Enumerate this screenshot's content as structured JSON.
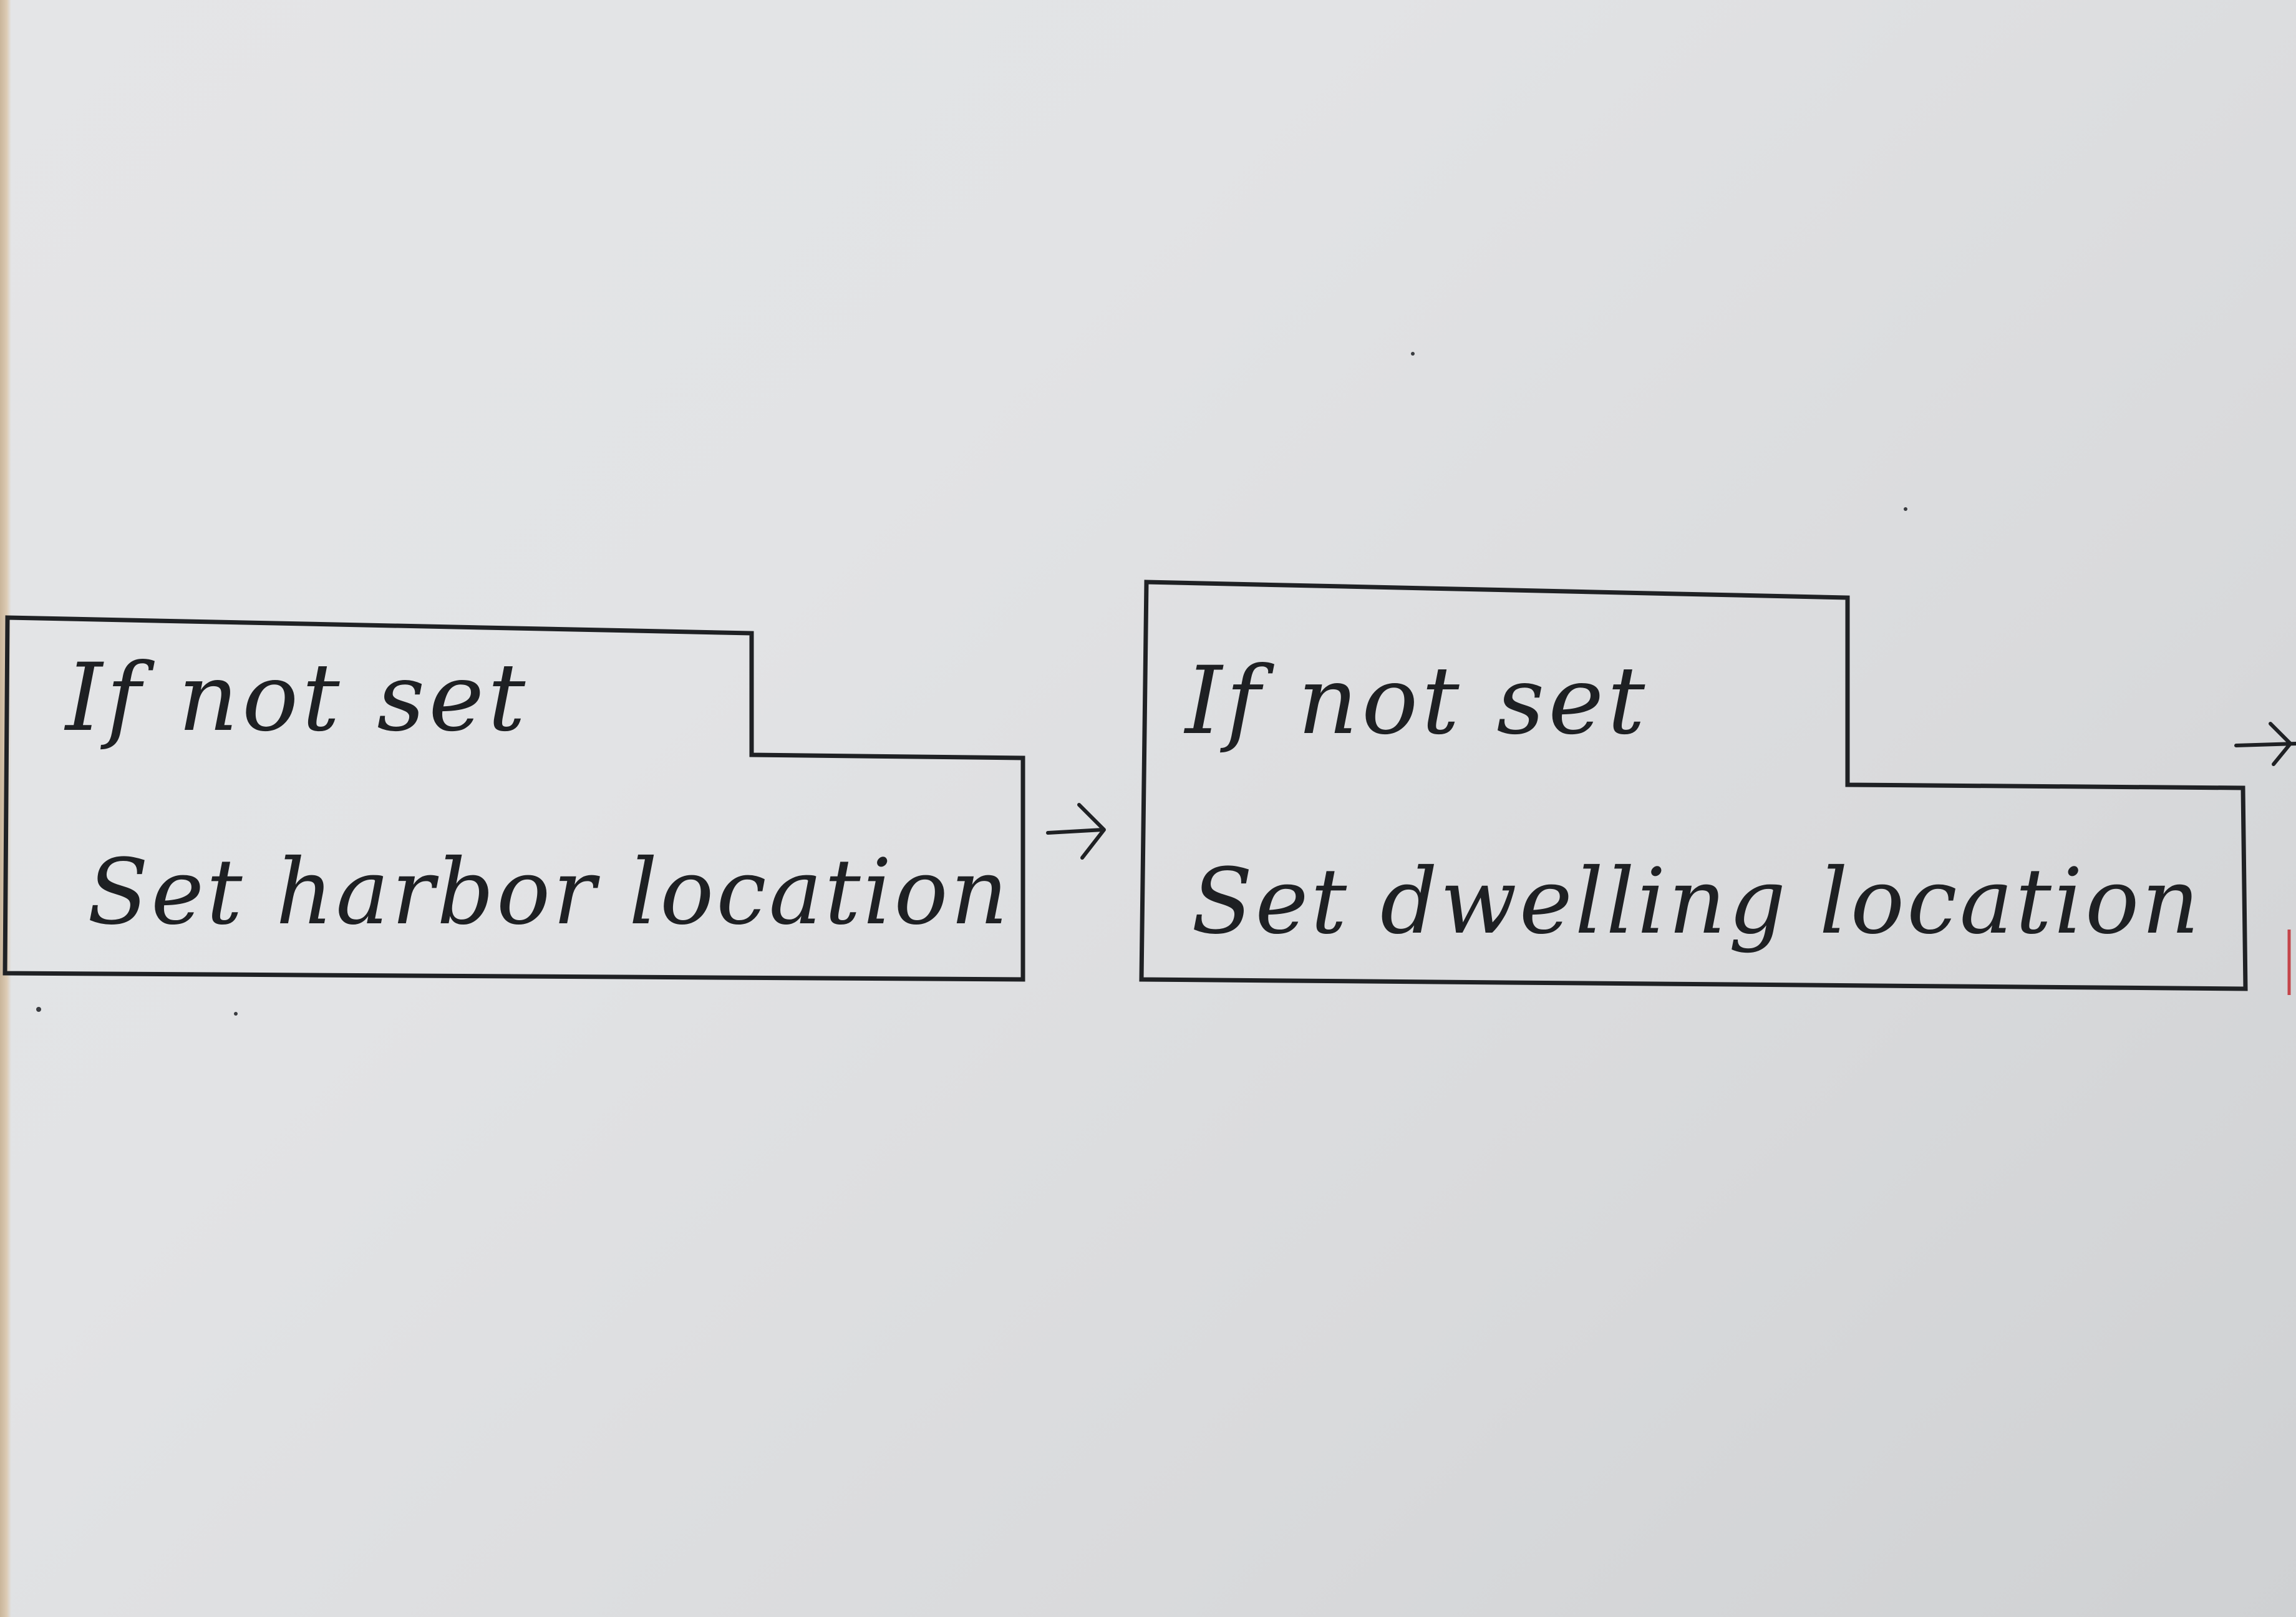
{
  "blocks": [
    {
      "condition": "If not set",
      "action": "Set harbor location"
    },
    {
      "condition": "If not set",
      "action": "Set dwelling location"
    }
  ],
  "colors": {
    "ink": "#1f2124",
    "paper": "#e2e3e5",
    "margin_mark": "#c4454a"
  }
}
